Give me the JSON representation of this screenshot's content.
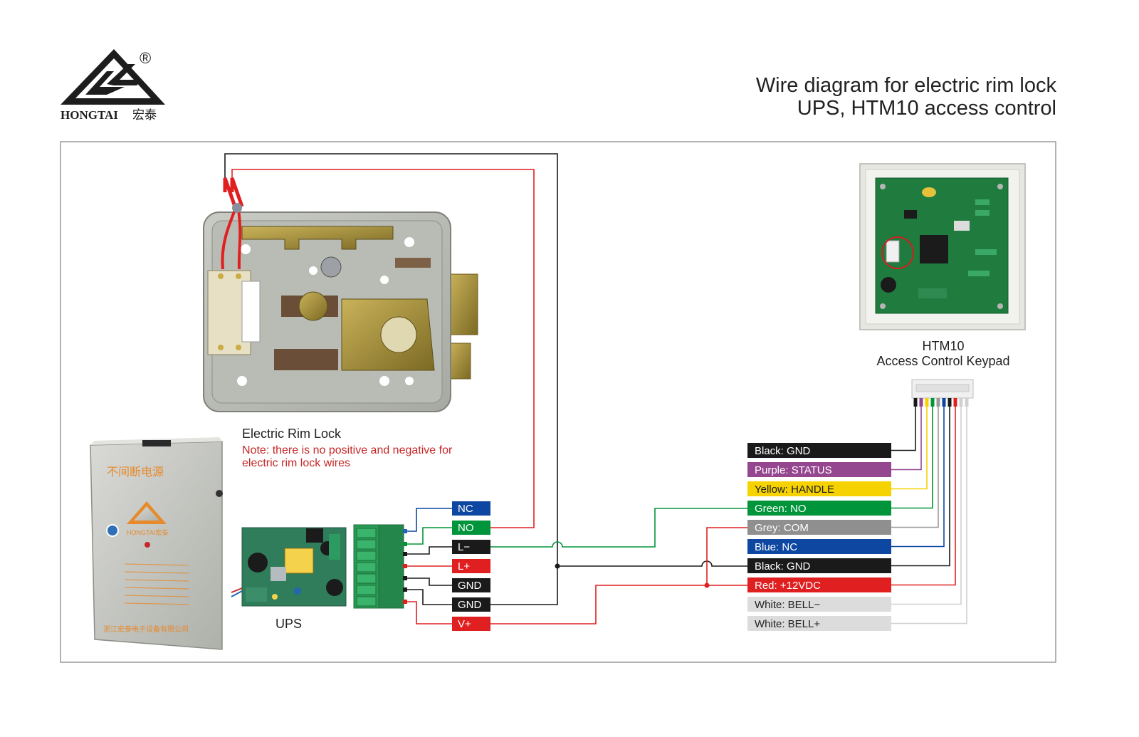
{
  "brand": {
    "name": "HONGTAI",
    "chinese": "宏泰",
    "registered": "®"
  },
  "title": {
    "line1": "Wire diagram for electric rim lock",
    "line2": "UPS, HTM10 access control"
  },
  "lock": {
    "label": "Electric Rim Lock",
    "note_line1": "Note: there is no positive and negative for",
    "note_line2": "electric rim lock wires"
  },
  "ups": {
    "label": "UPS",
    "box_title": "不间断电源",
    "box_brand": "HONGTAI宏泰",
    "box_company": "浙江宏泰电子设备有限公司",
    "terminals": [
      {
        "label": "NC",
        "color": "#0d47a1",
        "text_color": "#ffffff"
      },
      {
        "label": "NO",
        "color": "#00953a",
        "text_color": "#ffffff"
      },
      {
        "label": "L−",
        "color": "#1a1a1a",
        "text_color": "#ffffff"
      },
      {
        "label": "L+",
        "color": "#e02020",
        "text_color": "#ffffff"
      },
      {
        "label": "GND",
        "color": "#1a1a1a",
        "text_color": "#ffffff"
      },
      {
        "label": "GND",
        "color": "#1a1a1a",
        "text_color": "#ffffff"
      },
      {
        "label": "V+",
        "color": "#e02020",
        "text_color": "#ffffff"
      }
    ]
  },
  "keypad": {
    "name": "HTM10",
    "subtitle": "Access Control Keypad",
    "wires": [
      {
        "label": "Black: GND",
        "color": "#1a1a1a",
        "text_color": "#ffffff",
        "wire_color": "#1a1a1a"
      },
      {
        "label": "Purple: STATUS",
        "color": "#94478f",
        "text_color": "#ffffff",
        "wire_color": "#94478f"
      },
      {
        "label": "Yellow: HANDLE",
        "color": "#f6d300",
        "text_color": "#1a1a1a",
        "wire_color": "#f6d300"
      },
      {
        "label": "Green: NO",
        "color": "#00953a",
        "text_color": "#ffffff",
        "wire_color": "#00953a"
      },
      {
        "label": "Grey: COM",
        "color": "#8f8f8f",
        "text_color": "#ffffff",
        "wire_color": "#9a9a9a"
      },
      {
        "label": "Blue: NC",
        "color": "#0d47a1",
        "text_color": "#ffffff",
        "wire_color": "#0d47a1"
      },
      {
        "label": "Black: GND",
        "color": "#1a1a1a",
        "text_color": "#ffffff",
        "wire_color": "#1a1a1a"
      },
      {
        "label": "Red: +12VDC",
        "color": "#e02020",
        "text_color": "#ffffff",
        "wire_color": "#e02020"
      },
      {
        "label": "White: BELL−",
        "color": "#dcdcdc",
        "text_color": "#222222",
        "wire_color": "#d0d0d0"
      },
      {
        "label": "White: BELL+",
        "color": "#dcdcdc",
        "text_color": "#222222",
        "wire_color": "#d0d0d0"
      }
    ]
  },
  "colors": {
    "wire_black": "#1a1a1a",
    "wire_red": "#e02020",
    "wire_green": "#00953a",
    "wire_blue": "#0d47a1",
    "frame": "#9a9a9a"
  }
}
